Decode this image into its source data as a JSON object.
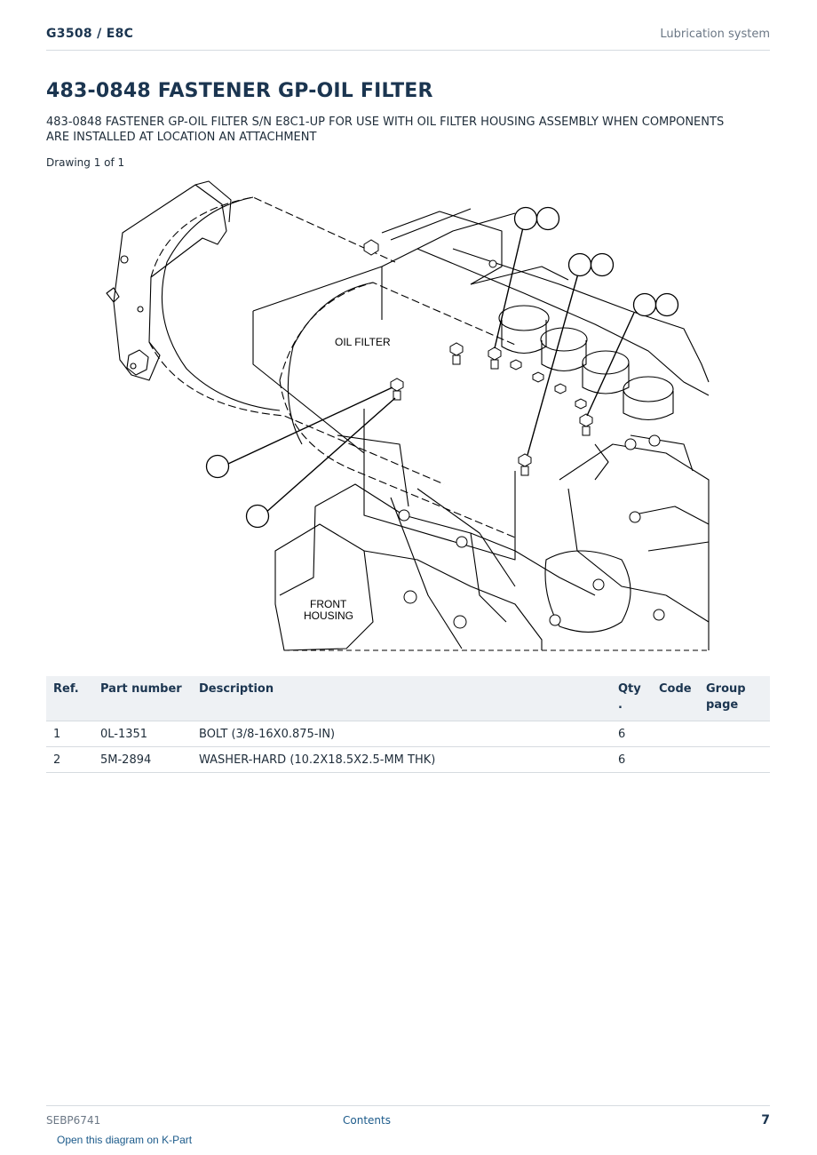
{
  "header": {
    "model": "G3508  /  E8C",
    "section": "Lubrication system"
  },
  "title": "483-0848 FASTENER GP-OIL FILTER",
  "description": "483-0848 FASTENER GP-OIL FILTER S/N E8C1-UP FOR USE WITH OIL FILTER HOUSING ASSEMBLY WHEN COMPONENTS ARE INSTALLED AT LOCATION AN ATTACHMENT",
  "drawing_count": "Drawing 1 of 1",
  "diagram": {
    "label_oil_filter": "OIL FILTER",
    "label_front_line1": "FRONT",
    "label_front_line2": "HOUSING"
  },
  "table": {
    "headers": {
      "ref": "Ref.",
      "part_number": "Part number",
      "description": "Description",
      "qty": "Qty .",
      "code": "Code",
      "group_page": "Group page"
    },
    "rows": [
      {
        "ref": "1",
        "part_number": "0L-1351",
        "description": "BOLT (3/8-16X0.875-IN)",
        "qty": "6",
        "code": "",
        "group_page": ""
      },
      {
        "ref": "2",
        "part_number": "5M-2894",
        "description": "WASHER-HARD (10.2X18.5X2.5-MM THK)",
        "qty": "6",
        "code": "",
        "group_page": ""
      }
    ]
  },
  "footer": {
    "doc_number": "SEBP6741",
    "contents_link": "Contents",
    "page_number": "7"
  },
  "kpart_link": "Open this diagram on K-Part"
}
